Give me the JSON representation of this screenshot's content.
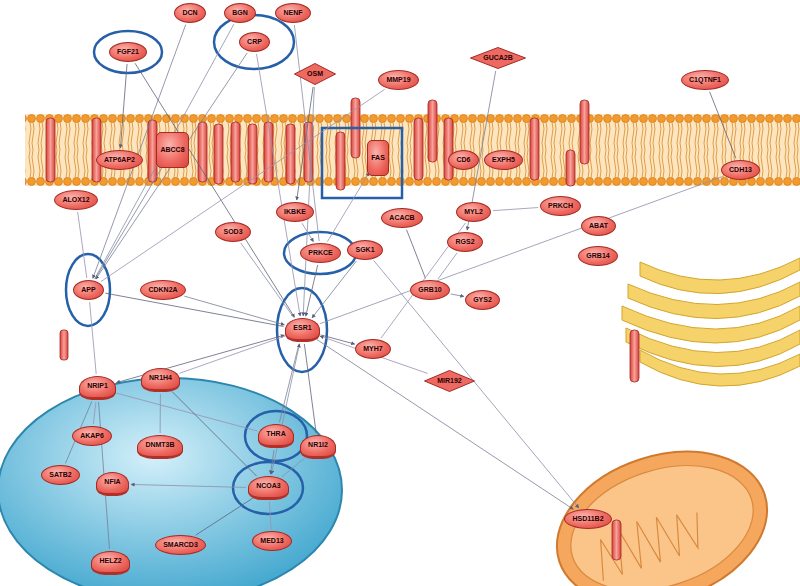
{
  "diagram": {
    "nodes": [
      {
        "text": [
          "DCN"
        ]
      },
      {
        "text": [
          "BGN"
        ]
      },
      {
        "text": [
          "NENF"
        ]
      },
      {
        "text": [
          "FGF21"
        ]
      },
      {
        "text": [
          "CRP"
        ]
      },
      {
        "text": [
          "OSM"
        ]
      },
      {
        "text": [
          "MMP19"
        ]
      },
      {
        "text": [
          "GUCA2B"
        ]
      },
      {
        "text": [
          "C1QTNF1"
        ]
      },
      {
        "text": [
          "ABCC8"
        ]
      },
      {
        "text": [
          "ATP6AP2"
        ]
      },
      {
        "text": [
          "ALOX12"
        ]
      },
      {
        "text": [
          "FAS"
        ]
      },
      {
        "text": [
          "CD6"
        ]
      },
      {
        "text": [
          "EXPH5"
        ]
      },
      {
        "text": [
          "CDH13"
        ]
      },
      {
        "text": [
          "IKBKE"
        ]
      },
      {
        "text": [
          "ACACB"
        ]
      },
      {
        "text": [
          "MYL2"
        ]
      },
      {
        "text": [
          "PRKCH"
        ]
      },
      {
        "text": [
          "ABAT"
        ]
      },
      {
        "text": [
          "SOD3"
        ]
      },
      {
        "text": [
          "PRKCE"
        ]
      },
      {
        "text": [
          "SGK1"
        ]
      },
      {
        "text": [
          "RGS2"
        ]
      },
      {
        "text": [
          "GRB14"
        ]
      },
      {
        "text": [
          "GRB10"
        ]
      },
      {
        "text": [
          "GYS2"
        ]
      },
      {
        "text": [
          "APP"
        ]
      },
      {
        "text": [
          "CDKN2A"
        ]
      },
      {
        "text": [
          "ESR1"
        ]
      },
      {
        "text": [
          "MYH7"
        ]
      },
      {
        "text": [
          "MIR192"
        ]
      },
      {
        "text": [
          "NRIP1"
        ]
      },
      {
        "text": [
          "NR1H4"
        ]
      },
      {
        "text": [
          "THRA"
        ]
      },
      {
        "text": [
          "AKAP6"
        ]
      },
      {
        "text": [
          "DNMT3B"
        ]
      },
      {
        "text": [
          "NR1I2"
        ]
      },
      {
        "text": [
          "SATB2"
        ]
      },
      {
        "text": [
          "NFIA"
        ]
      },
      {
        "text": [
          "NCOA3"
        ]
      },
      {
        "text": [
          "SMARCD3"
        ]
      },
      {
        "text": [
          "MED13"
        ]
      },
      {
        "text": [
          "HELZ2"
        ]
      },
      {
        "text": [
          "HSD11B2"
        ]
      }
    ],
    "edges": [
      {
        "from": 0,
        "to": 28,
        "arrow": "to"
      },
      {
        "from": 1,
        "to": 28,
        "arrow": "none"
      },
      {
        "from": 3,
        "to": 30,
        "arrow": "to"
      },
      {
        "from": 4,
        "to": 30,
        "arrow": "to"
      },
      {
        "from": 4,
        "to": 28,
        "arrow": "to"
      },
      {
        "from": 5,
        "to": 30,
        "arrow": "to"
      },
      {
        "from": 5,
        "to": 16,
        "arrow": "to"
      },
      {
        "from": 6,
        "to": 28,
        "arrow": "none"
      },
      {
        "from": 7,
        "to": 24,
        "arrow": "to"
      },
      {
        "from": 2,
        "to": 22,
        "arrow": "none"
      },
      {
        "from": 28,
        "to": 30,
        "arrow": "none"
      },
      {
        "from": 28,
        "to": 33,
        "arrow": "none"
      },
      {
        "from": 29,
        "to": 30,
        "arrow": "to"
      },
      {
        "from": 21,
        "to": 30,
        "arrow": "none"
      },
      {
        "from": 22,
        "to": 30,
        "arrow": "to"
      },
      {
        "from": 22,
        "to": 12,
        "arrow": "to"
      },
      {
        "from": 23,
        "to": 30,
        "arrow": "to"
      },
      {
        "from": 16,
        "to": 22,
        "arrow": "to"
      },
      {
        "from": 30,
        "to": 33,
        "arrow": "both"
      },
      {
        "from": 30,
        "to": 34,
        "arrow": "none"
      },
      {
        "from": 30,
        "to": 35,
        "arrow": "none"
      },
      {
        "from": 30,
        "to": 41,
        "arrow": "both"
      },
      {
        "from": 30,
        "to": 38,
        "arrow": "none"
      },
      {
        "from": 33,
        "to": 35,
        "arrow": "none"
      },
      {
        "from": 35,
        "to": 41,
        "arrow": "to"
      },
      {
        "from": 38,
        "to": 41,
        "arrow": "none"
      },
      {
        "from": 34,
        "to": 41,
        "arrow": "none"
      },
      {
        "from": 33,
        "to": 36,
        "arrow": "none"
      },
      {
        "from": 33,
        "to": 39,
        "arrow": "none"
      },
      {
        "from": 41,
        "to": 40,
        "arrow": "to"
      },
      {
        "from": 41,
        "to": 42,
        "arrow": "none"
      },
      {
        "from": 41,
        "to": 43,
        "arrow": "none"
      },
      {
        "from": 33,
        "to": 44,
        "arrow": "none"
      },
      {
        "from": 34,
        "to": 37,
        "arrow": "none"
      },
      {
        "from": 30,
        "to": 31,
        "arrow": "to"
      },
      {
        "from": 32,
        "to": 30,
        "arrow": "to"
      },
      {
        "from": 26,
        "to": 27,
        "arrow": "to"
      },
      {
        "from": 24,
        "to": 26,
        "arrow": "none"
      },
      {
        "from": 17,
        "to": 26,
        "arrow": "none"
      },
      {
        "from": 19,
        "to": 18,
        "arrow": "none"
      },
      {
        "from": 30,
        "to": 45,
        "arrow": "to"
      },
      {
        "from": 23,
        "to": 45,
        "arrow": "to"
      },
      {
        "from": 3,
        "to": 10,
        "arrow": "to"
      },
      {
        "from": 11,
        "to": 28,
        "arrow": "none"
      },
      {
        "from": 28,
        "to": 9,
        "arrow": "none"
      },
      {
        "from": 30,
        "to": 15,
        "arrow": "none"
      },
      {
        "from": 8,
        "to": 15,
        "arrow": "none"
      },
      {
        "from": 31,
        "to": 18,
        "arrow": "none"
      }
    ]
  }
}
